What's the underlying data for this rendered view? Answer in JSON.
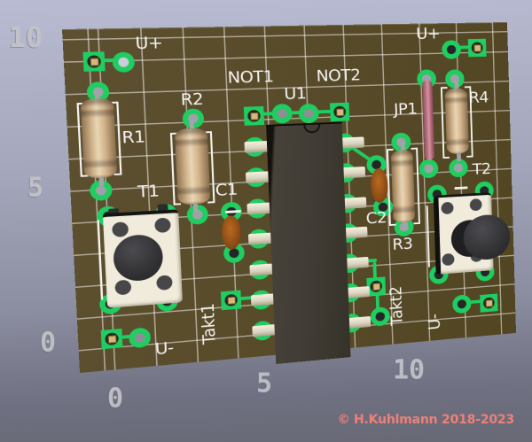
{
  "view": {
    "copyright": "© H.Kuhlmann 2018-2023"
  },
  "axis_labels": {
    "left": [
      "10",
      "5",
      "0"
    ],
    "bottom": [
      "0",
      "5",
      "10"
    ]
  },
  "board": {
    "silkscreen": {
      "u_plus_left": "U+",
      "u_plus_right": "U+",
      "u_minus_left": "U-",
      "u_minus_right": "U-",
      "r1": "R1",
      "r2": "R2",
      "r3": "R3",
      "r4": "R4",
      "c1": "C1",
      "c2": "C2",
      "u1": "U1",
      "t1": "T1",
      "t2": "T2",
      "jp1": "JP1",
      "not1": "NOT1",
      "not2": "NOT2",
      "takt1": "Takt1",
      "takt2": "Takt2"
    }
  },
  "colors": {
    "pcb": "#574a28",
    "pad_green": "#1fcd60",
    "silkscreen": "#f3f3f0",
    "smd_pad": "#d8b877",
    "resistor_body": "#d0b28a",
    "jumper_pink": "#c27888",
    "capacitor_brown": "#8a4a15",
    "ic_body": "#403c35",
    "switch_body": "#f0ebdb",
    "background_top": "#b8bbd1",
    "background_bottom": "#686975",
    "copyright_text": "#ee8078",
    "axis_text": "#c3c3c9"
  }
}
